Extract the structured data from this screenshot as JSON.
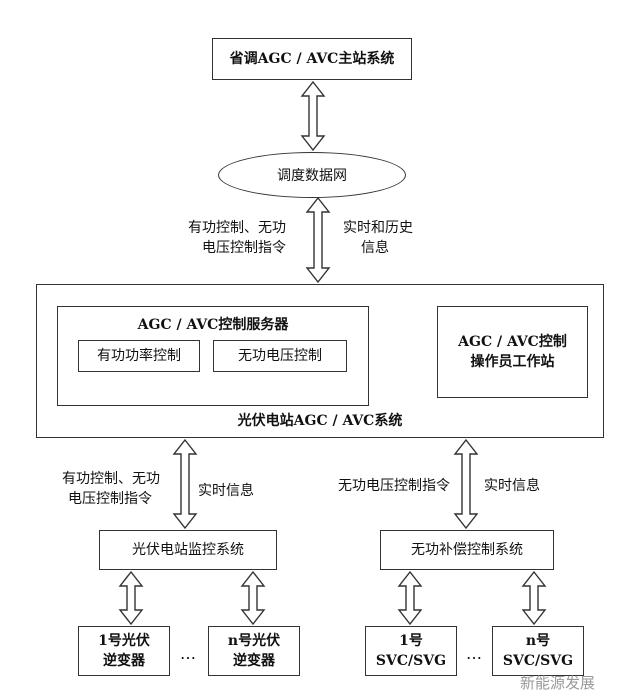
{
  "top_box": "省调AGC / AVC主站系统",
  "network": "调度数据网",
  "upper_left_label": [
    "有功控制、无功",
    "电压控制指令"
  ],
  "upper_right_label": [
    "实时和历史",
    "信息"
  ],
  "server": {
    "title": "AGC / AVC控制服务器",
    "active": "有功功率控制",
    "reactive": "无功电压控制"
  },
  "operator": [
    "AGC / AVC控制",
    "操作员工作站"
  ],
  "system_title": "光伏电站AGC / AVC系统",
  "left_branch_label": [
    "有功控制、无功",
    "电压控制指令"
  ],
  "left_branch_info": "实时信息",
  "right_branch_label": "无功电压控制指令",
  "right_branch_info": "实时信息",
  "monitor": "光伏电站监控系统",
  "compensation": "无功补偿控制系统",
  "inverter1": [
    "1号光伏",
    "逆变器"
  ],
  "inverterN": [
    "n号光伏",
    "逆变器"
  ],
  "svc1": [
    "1号",
    "SVC/SVG"
  ],
  "svcN": [
    "n号",
    "SVC/SVG"
  ],
  "ellipsis": "…",
  "watermark": "新能源发展"
}
